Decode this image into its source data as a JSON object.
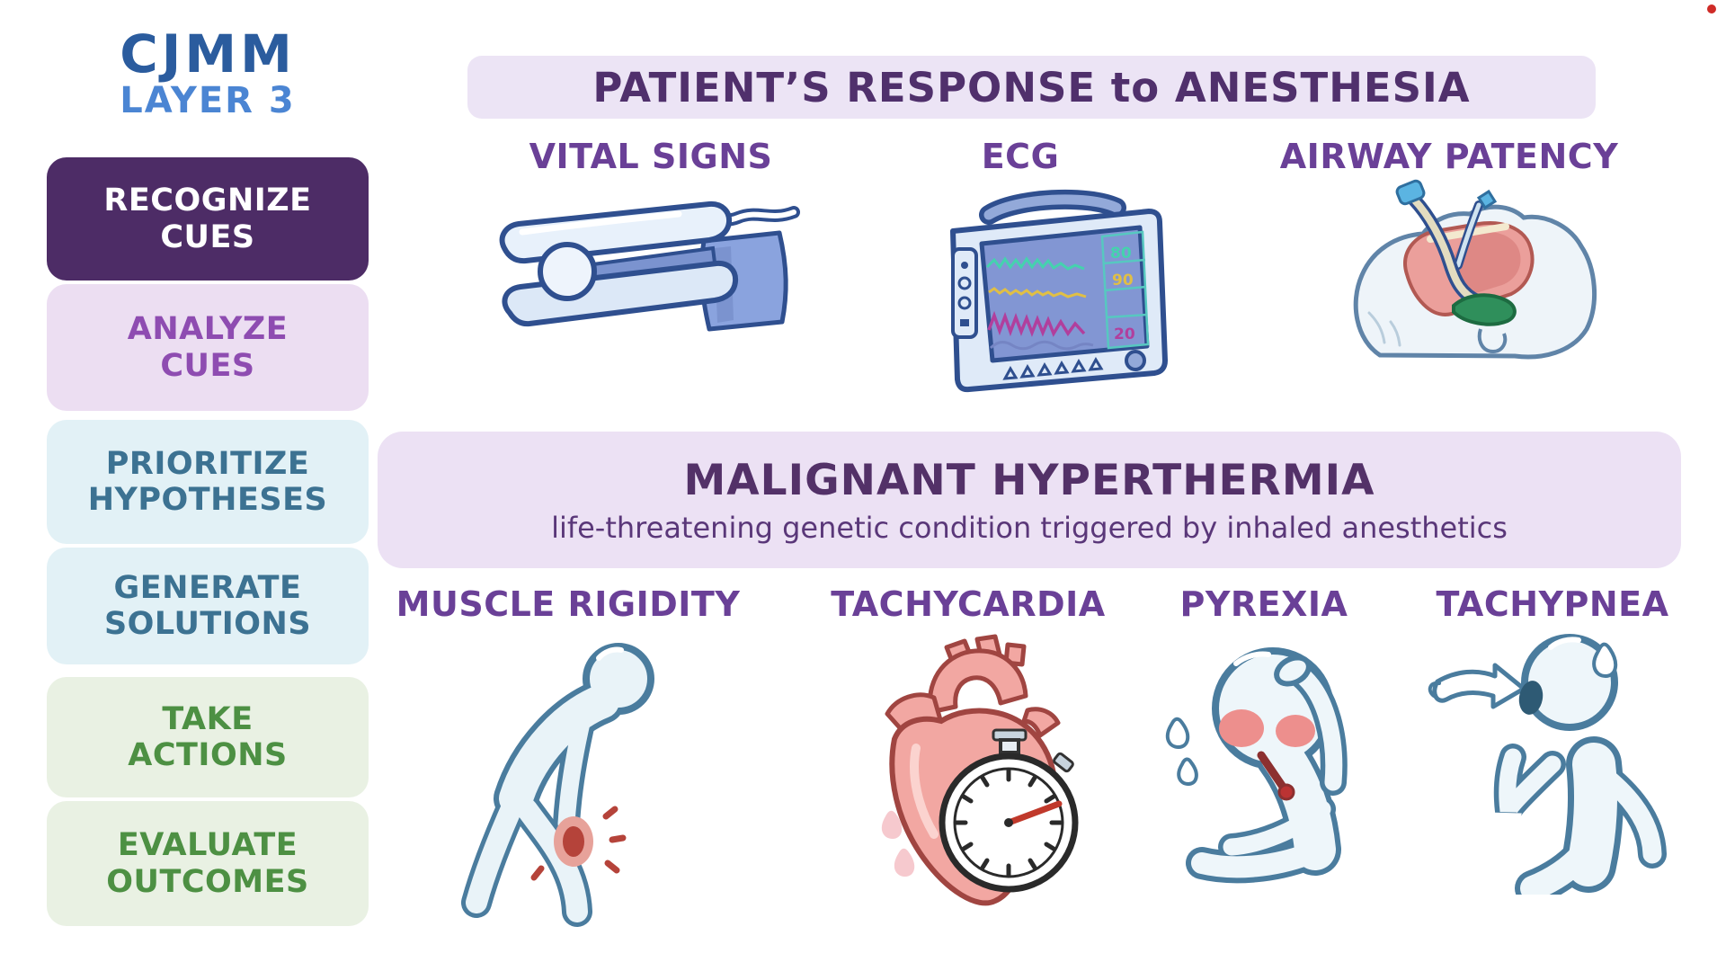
{
  "page": {
    "background": "#ffffff",
    "corner_dot_color": "#cf2b27"
  },
  "logo": {
    "title": "CJMM",
    "subtitle": "LAYER 3",
    "title_color": "#2b5c9e",
    "subtitle_color": "#4b85d3"
  },
  "sidebar": {
    "items": [
      {
        "label": "RECOGNIZE\nCUES",
        "bg_color": "#4d2c66",
        "text_color": "#ffffff",
        "active": true
      },
      {
        "label": "ANALYZE\nCUES",
        "bg_color": "#ecdef2",
        "text_color": "#8e4cb1",
        "active": false
      },
      {
        "label": "PRIORITIZE\nHYPOTHESES",
        "bg_color": "#e2f1f6",
        "text_color": "#3c7292",
        "active": false
      },
      {
        "label": "GENERATE\nSOLUTIONS",
        "bg_color": "#e2f1f6",
        "text_color": "#3c7292",
        "active": false
      },
      {
        "label": "TAKE\nACTIONS",
        "bg_color": "#e9f1e3",
        "text_color": "#4d9043",
        "active": false
      },
      {
        "label": "EVALUATE\nOUTCOMES",
        "bg_color": "#e9f1e3",
        "text_color": "#4d9043",
        "active": false
      }
    ]
  },
  "anesthesia_section": {
    "title": "PATIENT’S RESPONSE to ANESTHESIA",
    "banner_bg": "#ece4f5",
    "title_color": "#50306c",
    "label_color": "#6a4097",
    "items": [
      {
        "label": "VITAL SIGNS",
        "icon": "pulse-oximeter-icon"
      },
      {
        "label": "ECG",
        "icon": "ecg-monitor-icon"
      },
      {
        "label": "AIRWAY PATENCY",
        "icon": "intubated-airway-icon"
      }
    ]
  },
  "ecg_monitor": {
    "readings": [
      {
        "value": "80",
        "color": "#45d2ae"
      },
      {
        "value": "90",
        "color": "#e0bf45"
      },
      {
        "value": "20",
        "color": "#b13f9d"
      }
    ],
    "wave_colors": {
      "top": "#45d2ae",
      "second": "#e0bf45",
      "third": "#b13f9d",
      "bottom": "#7585c4"
    }
  },
  "mh_section": {
    "title": "MALIGNANT HYPERTHERMIA",
    "subtitle": "life-threatening genetic condition triggered by inhaled anesthetics",
    "banner_bg": "#ece1f4",
    "title_color": "#533168",
    "subtitle_color": "#5a3779",
    "items": [
      {
        "label": "MUSCLE RIGIDITY",
        "icon": "rigid-person-icon"
      },
      {
        "label": "TACHYCARDIA",
        "icon": "heart-stopwatch-icon"
      },
      {
        "label": "PYREXIA",
        "icon": "fever-person-icon"
      },
      {
        "label": "TACHYPNEA",
        "icon": "rapid-breathing-person-icon"
      }
    ]
  }
}
